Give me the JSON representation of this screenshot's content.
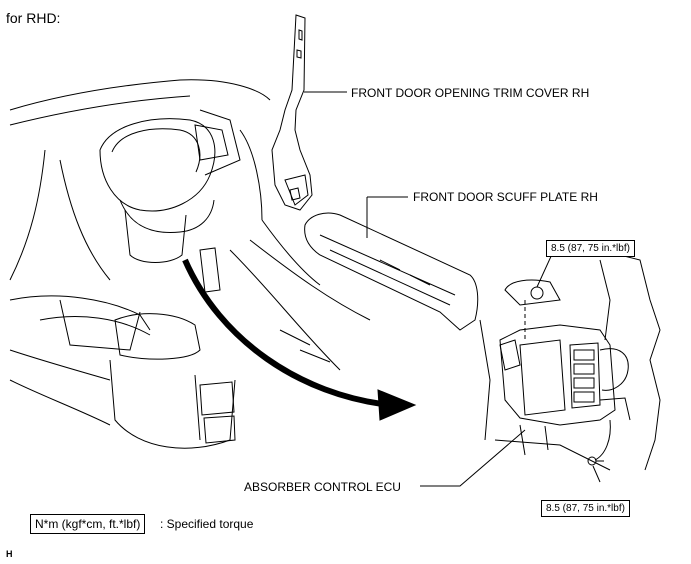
{
  "title": "for RHD:",
  "labels": {
    "trim_cover": "FRONT DOOR OPENING TRIM COVER RH",
    "scuff_plate": "FRONT DOOR SCUFF PLATE RH",
    "ecu": "ABSORBER CONTROL ECU"
  },
  "torque": {
    "upper": "8.5 (87, 75 in.*lbf)",
    "lower": "8.5 (87, 75 in.*lbf)"
  },
  "legend": {
    "box": "N*m (kgf*cm, ft.*lbf)",
    "text": ": Specified torque"
  },
  "footer_code": "H"
}
